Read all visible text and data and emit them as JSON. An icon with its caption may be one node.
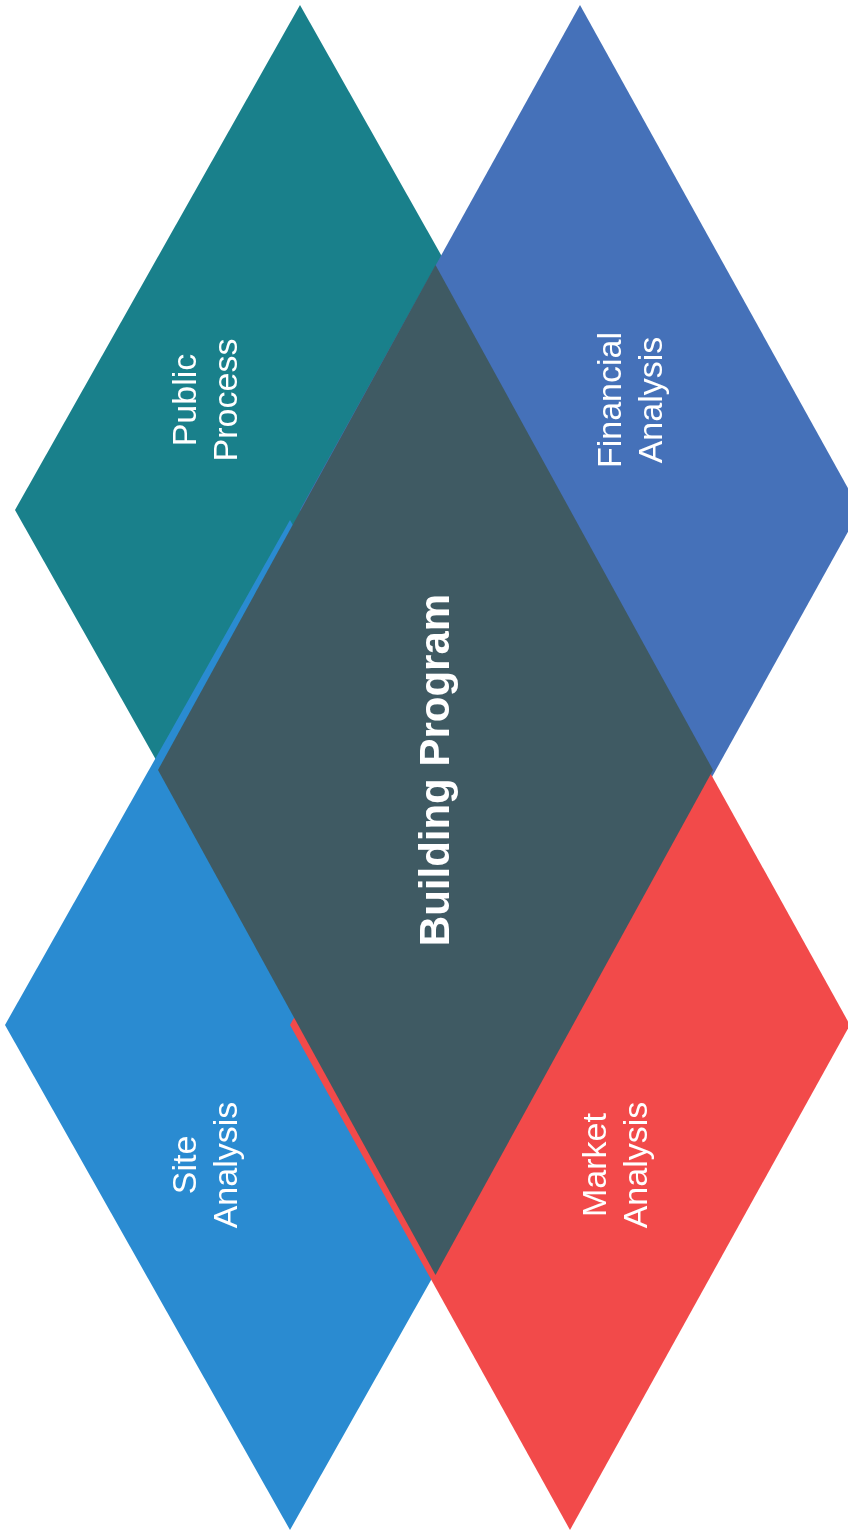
{
  "diagram": {
    "nodes": [
      {
        "text": [
          "Public Process"
        ]
      },
      {
        "text": [
          "Financial Analysis"
        ]
      },
      {
        "text": [
          "Site Analysis"
        ]
      },
      {
        "text": [
          "Market Analysis"
        ]
      },
      {
        "text": [
          "Building Program"
        ]
      }
    ]
  }
}
